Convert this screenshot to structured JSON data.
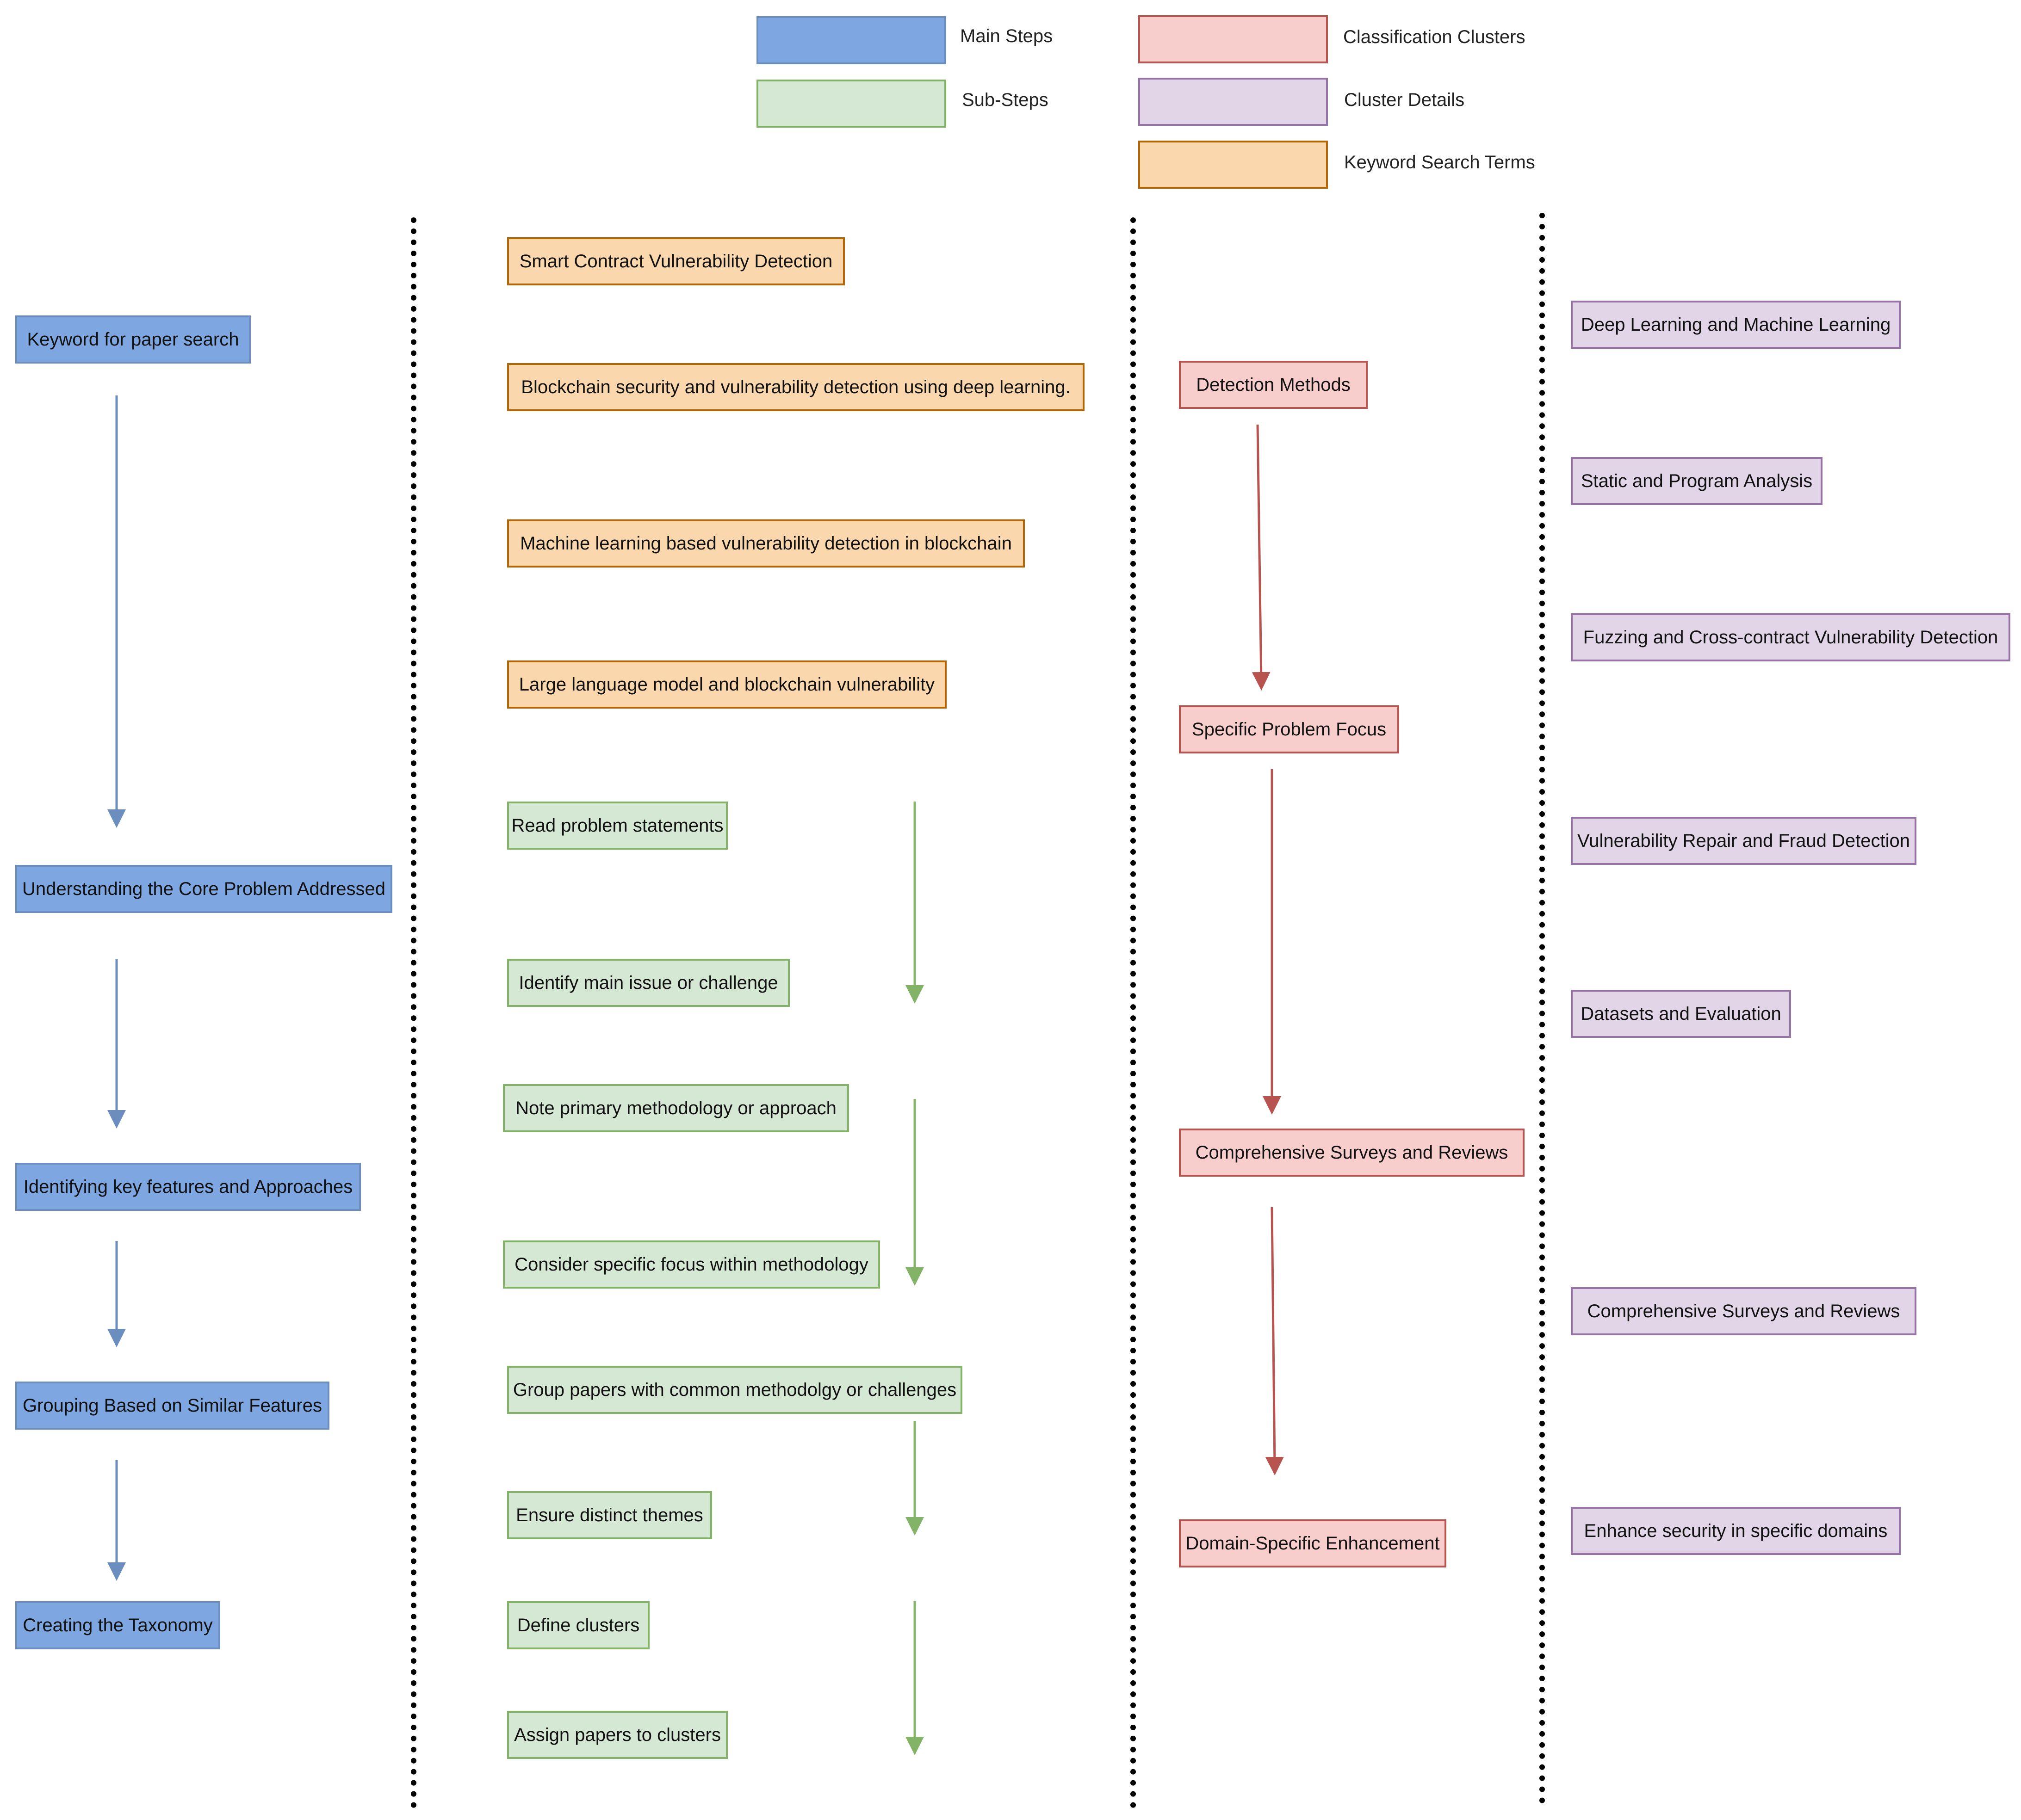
{
  "legend": {
    "main_steps": "Main Steps",
    "sub_steps": "Sub-Steps",
    "classification_clusters": "Classification Clusters",
    "cluster_details": "Cluster Details",
    "keyword_search_terms": "Keyword Search Terms"
  },
  "main_steps": [
    "Keyword for paper search",
    "Understanding the Core Problem Addressed",
    "Identifying key features and Approaches",
    "Grouping Based on Similar Features",
    "Creating the Taxonomy"
  ],
  "keywords": [
    "Smart Contract Vulnerability Detection",
    "Blockchain security and vulnerability detection using deep learning.",
    "Machine learning based vulnerability detection in blockchain",
    "Large language model and blockchain vulnerability"
  ],
  "sub_steps": [
    "Read problem statements",
    "Identify main issue or challenge",
    "Note primary methodology or approach",
    "Consider specific focus within methodology",
    "Group papers with common methodolgy or challenges",
    "Ensure distinct themes",
    "Define clusters",
    "Assign papers to clusters"
  ],
  "clusters": [
    "Detection Methods",
    "Specific Problem Focus",
    "Comprehensive Surveys and Reviews",
    "Domain-Specific Enhancement"
  ],
  "cluster_details": [
    "Deep Learning and Machine Learning",
    "Static and Program Analysis",
    "Fuzzing and Cross-contract Vulnerability Detection",
    "Vulnerability Repair and Fraud Detection",
    "Datasets and Evaluation",
    "Comprehensive Surveys and Reviews",
    "Enhance security in specific domains"
  ],
  "colors": {
    "main_fill": "#7ea6e0",
    "sub_fill": "#d5e8d4",
    "cluster_fill": "#f8cecc",
    "detail_fill": "#e1d5e7",
    "keyword_fill": "#fad7ac",
    "main_arrow": "#6c8ebf",
    "sub_arrow": "#82b366",
    "cluster_arrow": "#b85450"
  }
}
